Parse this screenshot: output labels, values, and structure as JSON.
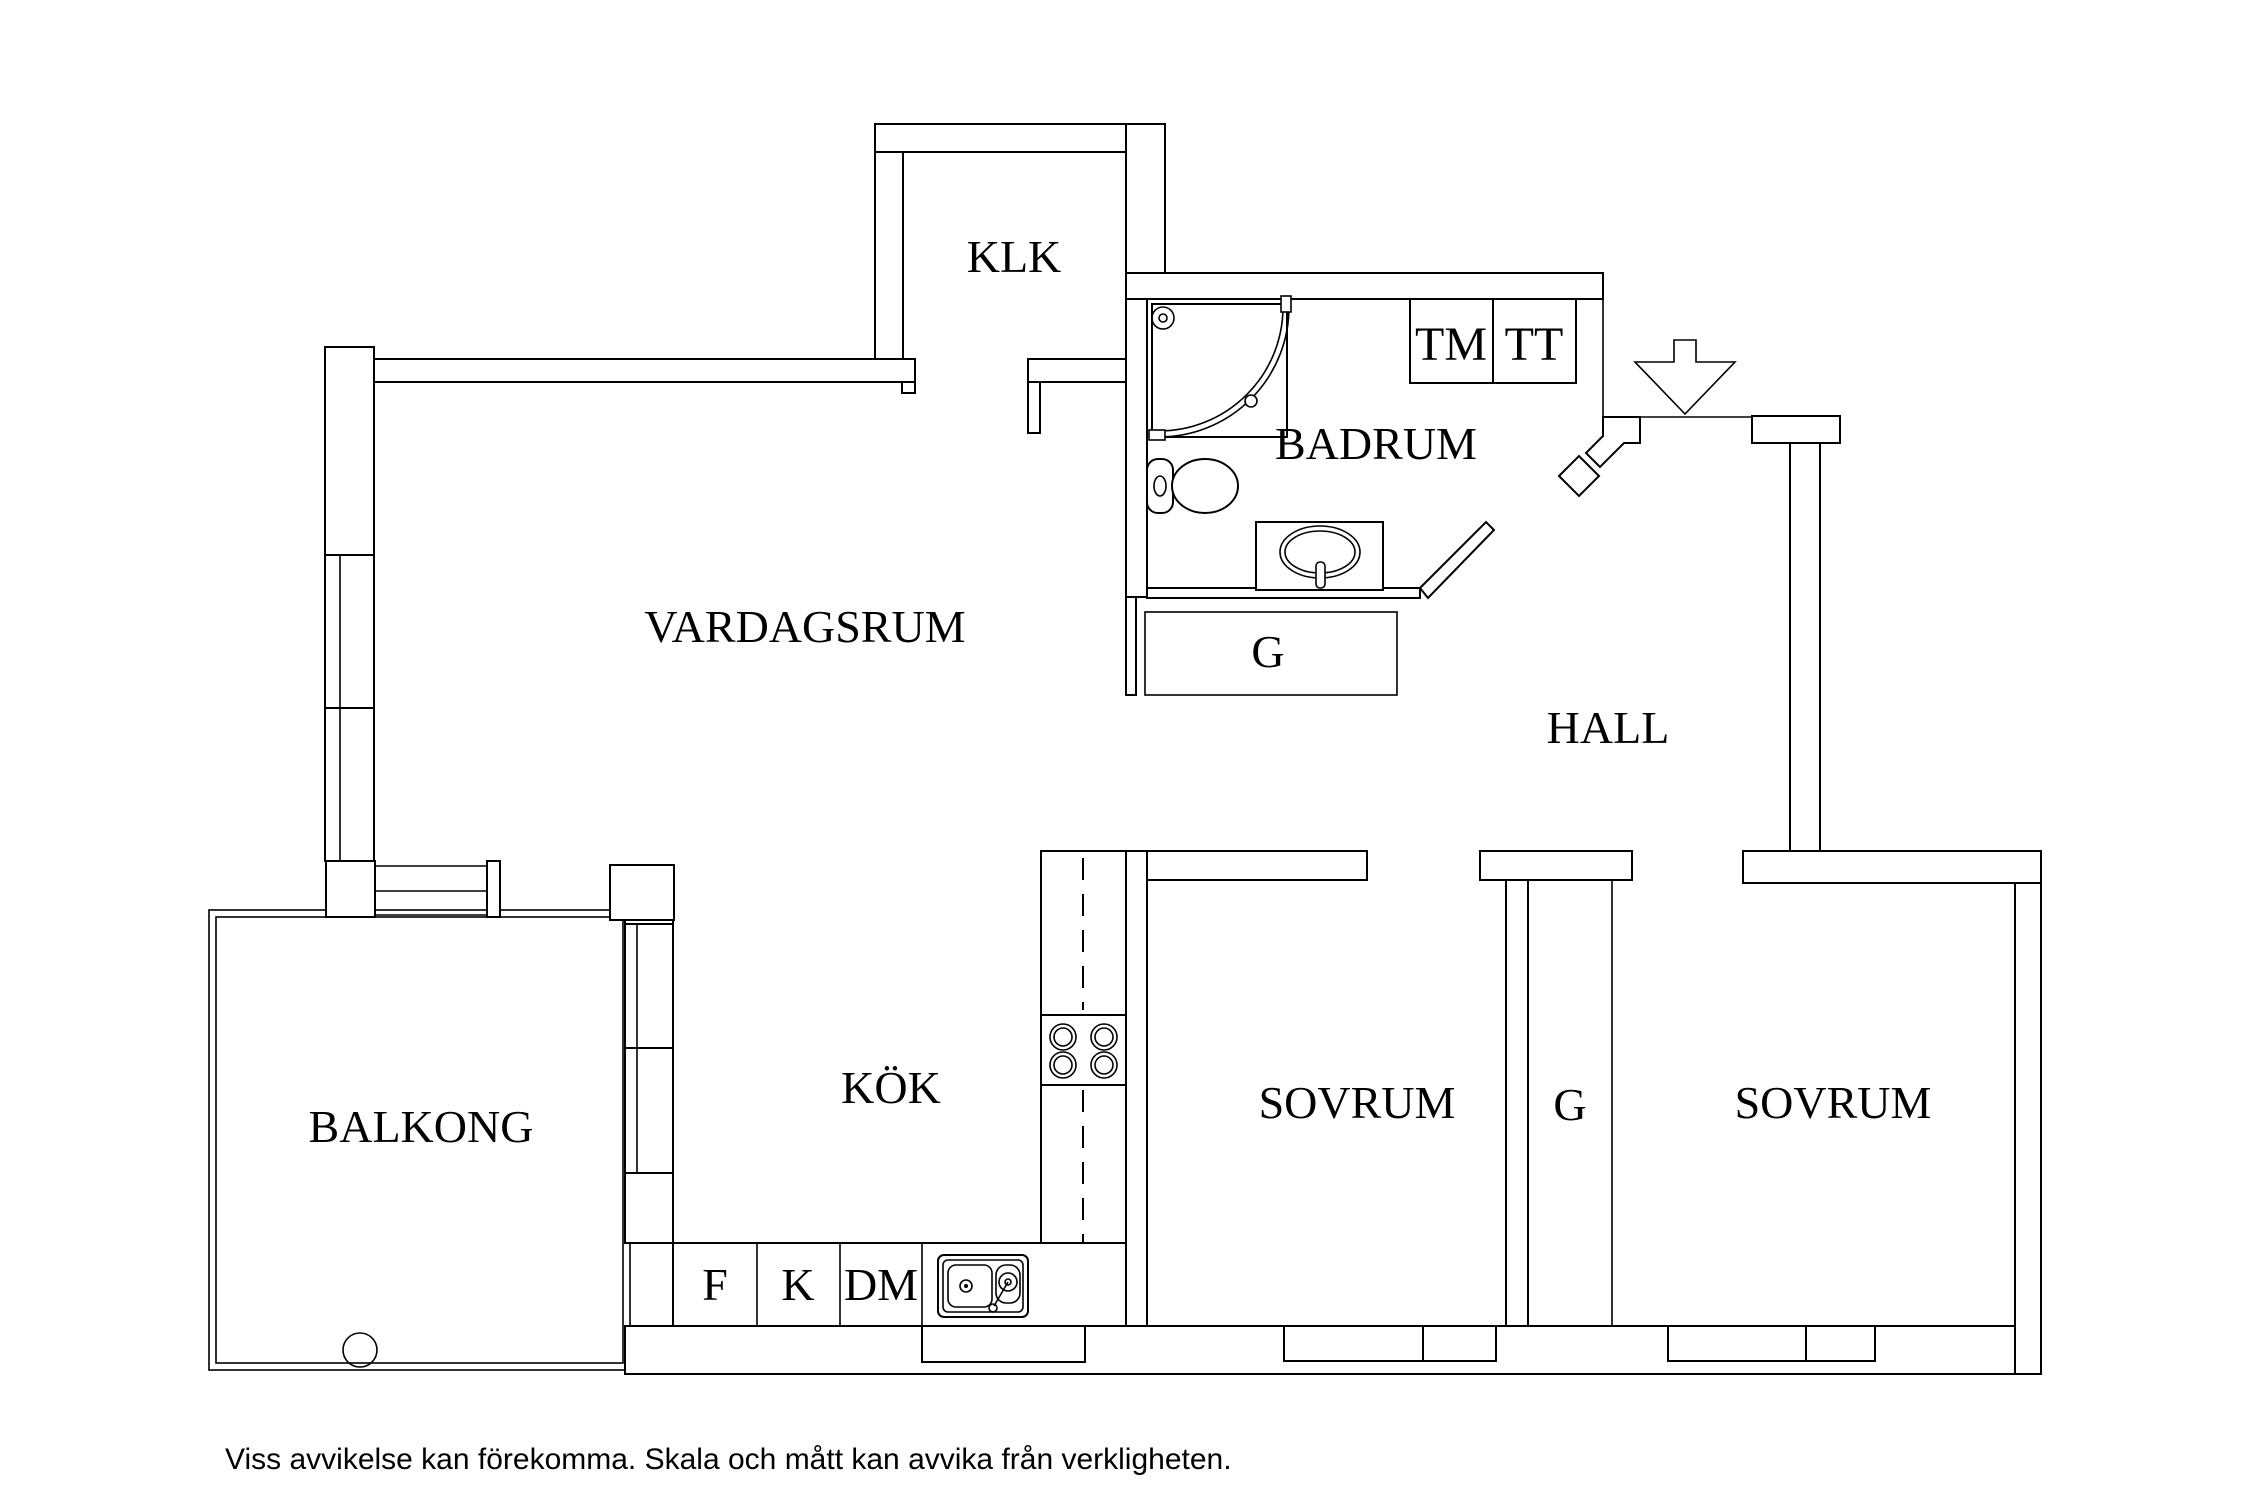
{
  "page": {
    "background": "#ffffff",
    "line_color": "#000000"
  },
  "rooms": {
    "klk": {
      "label": "KLK"
    },
    "badrum": {
      "label": "BADRUM"
    },
    "hall": {
      "label": "HALL"
    },
    "vardagsrum": {
      "label": "VARDAGSRUM"
    },
    "balkong": {
      "label": "BALKONG"
    },
    "kok": {
      "label": "KÖK"
    },
    "sovrum1": {
      "label": "SOVRUM"
    },
    "sovrum2": {
      "label": "SOVRUM"
    },
    "garderob_hall": {
      "label": "G"
    },
    "garderob_closet": {
      "label": "G"
    }
  },
  "appliances": {
    "tm": "TM",
    "tt": "TT",
    "fridge": "F",
    "freezer": "K",
    "dishwasher": "DM"
  },
  "icons": {
    "entry_arrow": "entry-direction-arrow",
    "shower": "corner-shower",
    "toilet": "toilet",
    "bathroom_sink": "oval-sink",
    "kitchen_sink": "kitchen-sink",
    "stove": "four-burner-stove"
  },
  "footer": {
    "disclaimer": "Viss avvikelse kan förekomma. Skala och mått kan avvika från verkligheten."
  }
}
